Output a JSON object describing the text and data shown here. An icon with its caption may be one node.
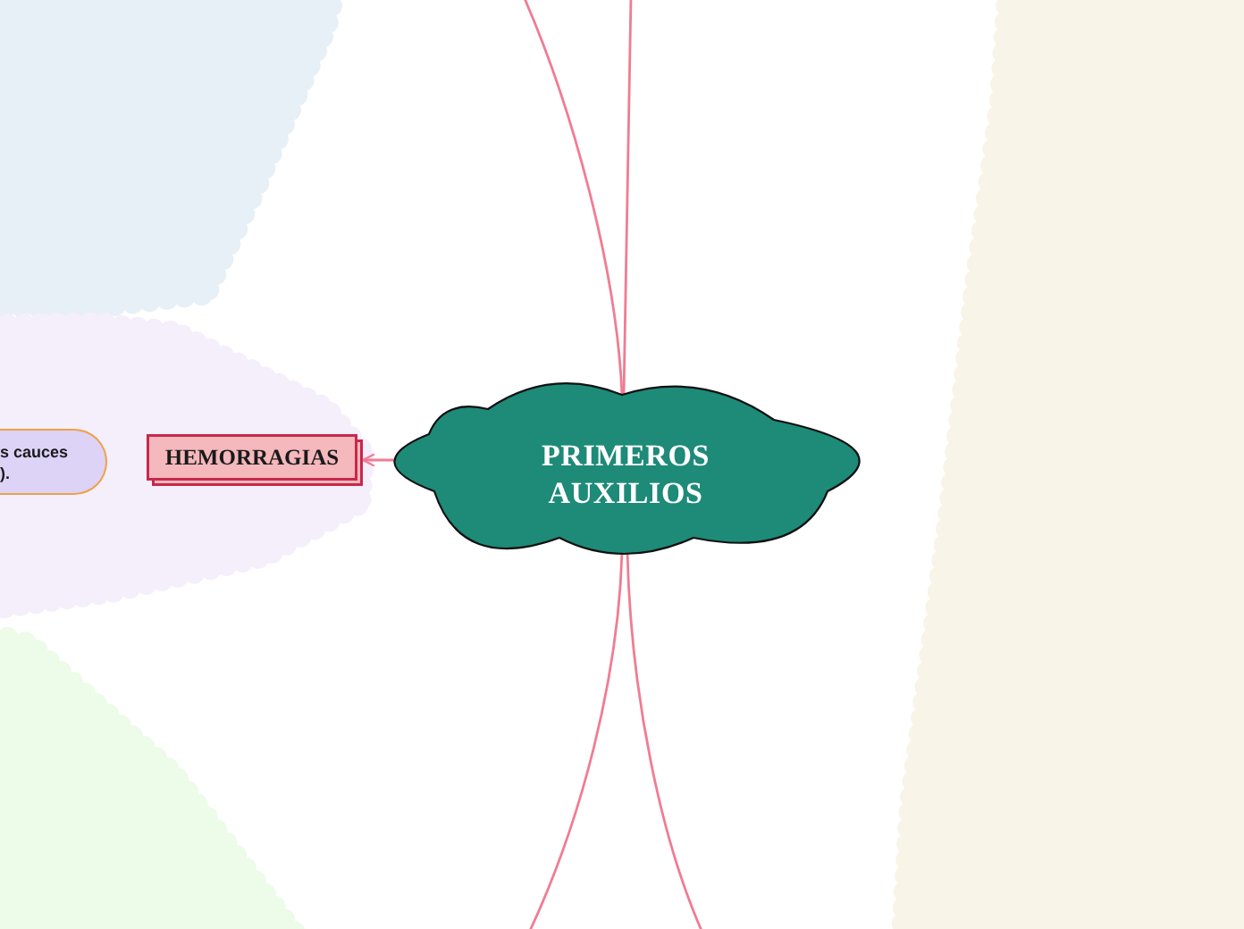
{
  "diagram": {
    "nodes": [
      {
        "text": [
          "PRIMEROS AUXILIOS"
        ]
      },
      {
        "text": [
          "HEMORRAGIAS"
        ]
      },
      {
        "text": [
          "s cauces )."
        ]
      }
    ],
    "edges": [
      {
        "from": 0,
        "to": 1,
        "arrow": "to"
      },
      {
        "from": 0,
        "to": null,
        "arrow": "none"
      },
      {
        "from": 0,
        "to": null,
        "arrow": "none"
      },
      {
        "from": 0,
        "to": null,
        "arrow": "none"
      },
      {
        "from": 0,
        "to": null,
        "arrow": "none"
      }
    ]
  }
}
